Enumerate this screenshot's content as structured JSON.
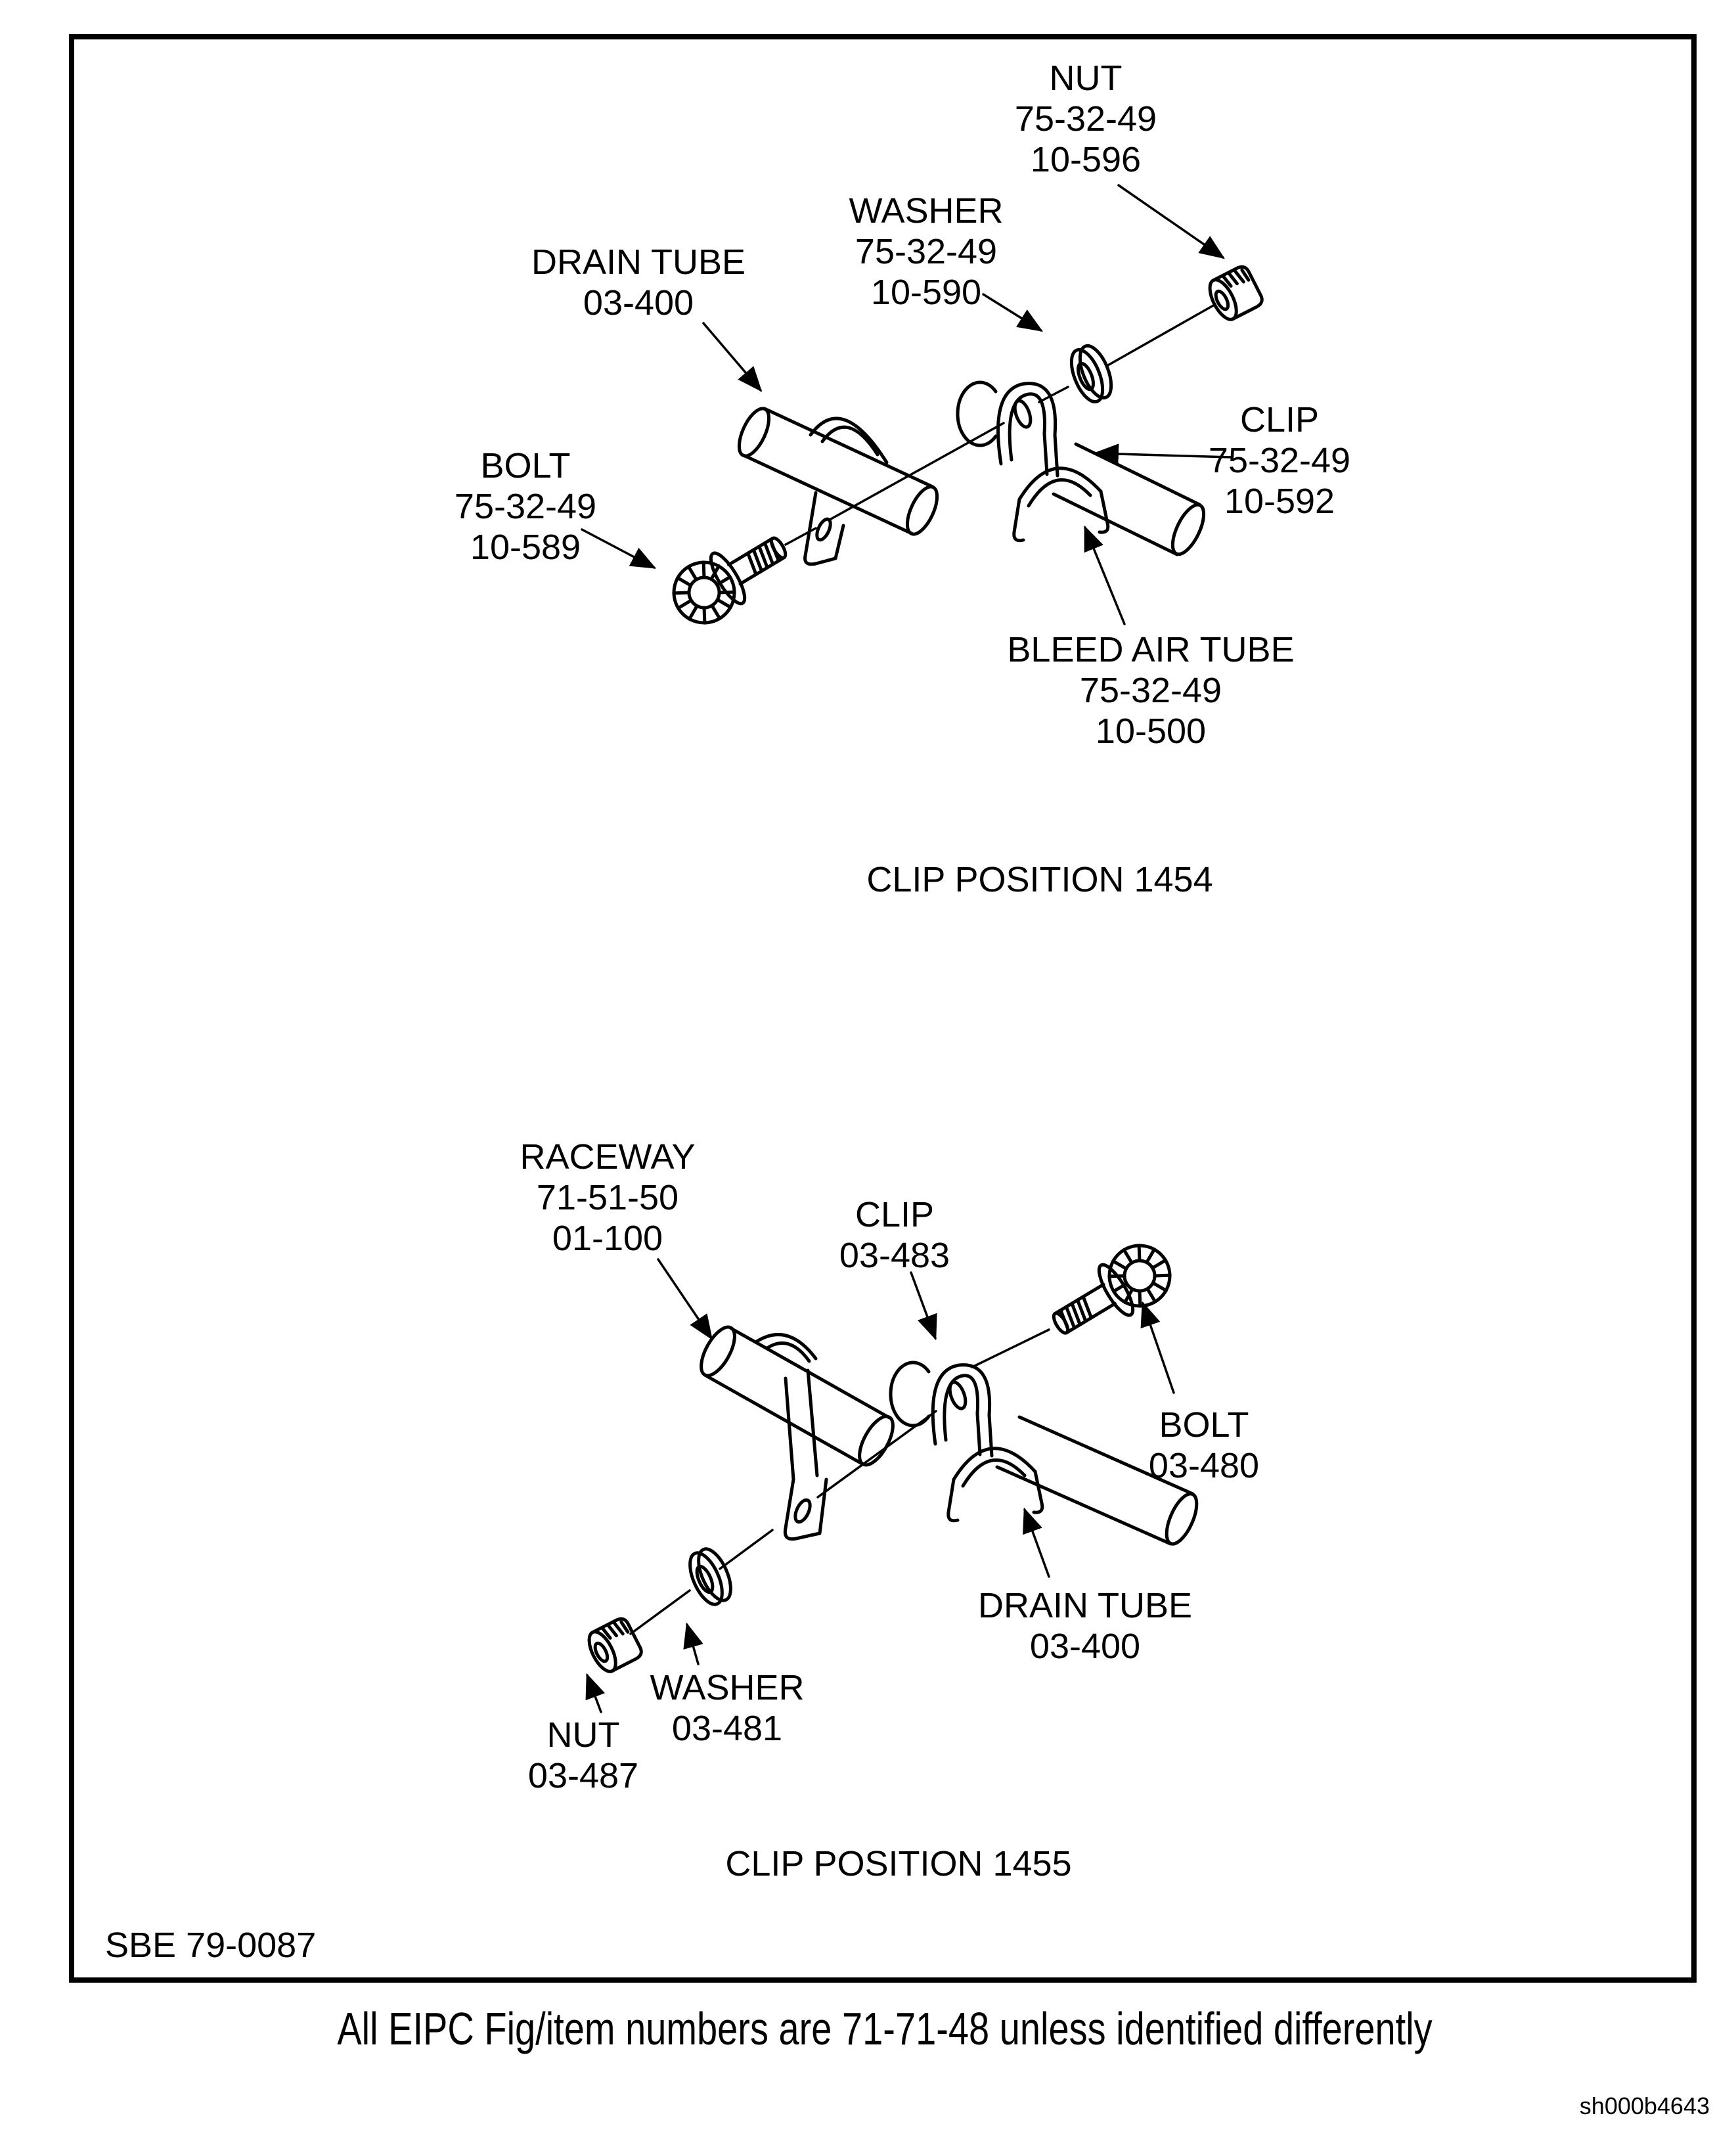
{
  "page": {
    "drawing_number": "SBE 79-0087",
    "footer_note": "All EIPC Fig/item numbers are 71-71-48 unless identified differently",
    "sheet_id": "sh000b4643"
  },
  "colors": {
    "ink": "#000000",
    "paper": "#ffffff"
  },
  "diagrams": [
    {
      "caption": "CLIP POSITION 1454",
      "labels": [
        {
          "part": "nut",
          "lines": [
            "NUT",
            "75-32-49",
            "10-596"
          ]
        },
        {
          "part": "washer",
          "lines": [
            "WASHER",
            "75-32-49",
            "10-590"
          ]
        },
        {
          "part": "drain-tube",
          "lines": [
            "DRAIN TUBE",
            "03-400"
          ]
        },
        {
          "part": "bolt",
          "lines": [
            "BOLT",
            "75-32-49",
            "10-589"
          ]
        },
        {
          "part": "clip",
          "lines": [
            "CLIP",
            "75-32-49",
            "10-592"
          ]
        },
        {
          "part": "bleed-air-tube",
          "lines": [
            "BLEED AIR TUBE",
            "75-32-49",
            "10-500"
          ]
        }
      ]
    },
    {
      "caption": "CLIP POSITION 1455",
      "labels": [
        {
          "part": "raceway",
          "lines": [
            "RACEWAY",
            "71-51-50",
            "01-100"
          ]
        },
        {
          "part": "clip",
          "lines": [
            "CLIP",
            "03-483"
          ]
        },
        {
          "part": "bolt",
          "lines": [
            "BOLT",
            "03-480"
          ]
        },
        {
          "part": "drain-tube",
          "lines": [
            "DRAIN TUBE",
            "03-400"
          ]
        },
        {
          "part": "washer",
          "lines": [
            "WASHER",
            "03-481"
          ]
        },
        {
          "part": "nut",
          "lines": [
            "NUT",
            "03-487"
          ]
        }
      ]
    }
  ]
}
